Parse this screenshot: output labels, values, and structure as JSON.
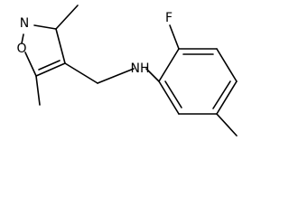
{
  "molecule": {
    "atoms": {
      "isoxazole_nitrogen": "N",
      "isoxazole_oxygen": "O",
      "amine": "NH",
      "fluorine": "F"
    }
  },
  "colors": {
    "bond": "#000000",
    "label": "#000000",
    "background": "#ffffff"
  }
}
